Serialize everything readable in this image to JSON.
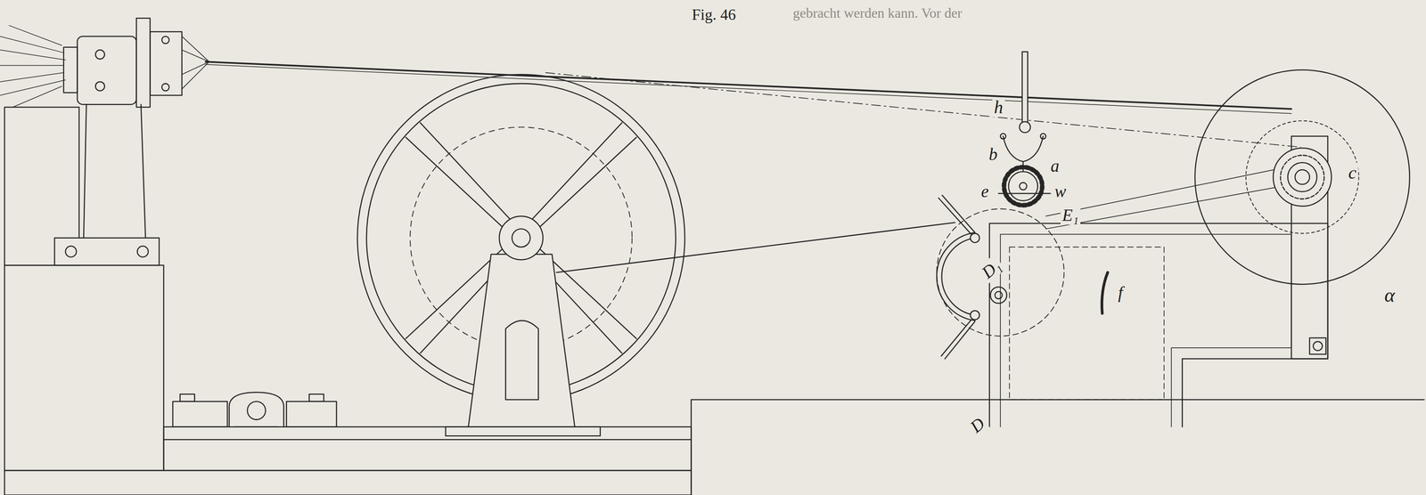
{
  "diagram": {
    "title": "Fig. 46",
    "labels": [
      "h",
      "b",
      "a",
      "e",
      "w",
      "E₁",
      "c",
      "α",
      "D₁",
      "D",
      "f",
      "gebracht werden kann. Vor der"
    ]
  }
}
